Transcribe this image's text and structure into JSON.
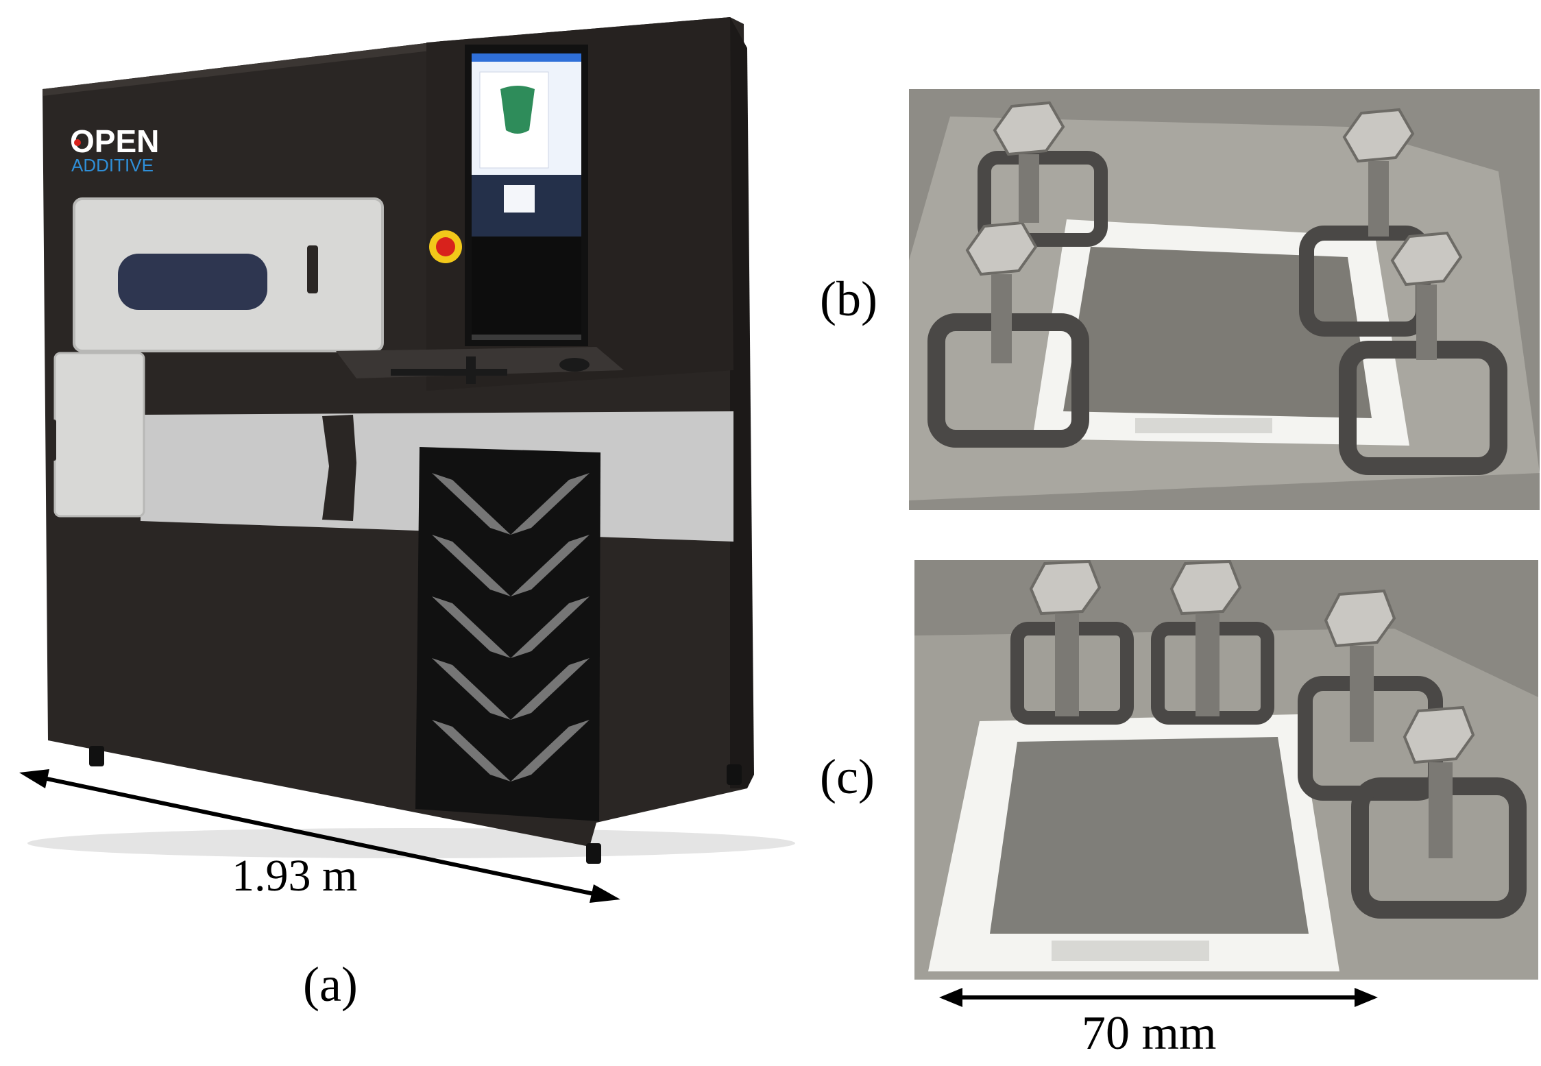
{
  "figure": {
    "panel_a": {
      "label": "(a)",
      "dimension": "1.93 m",
      "logo_top": "OPEN",
      "logo_bottom": "ADDITIVE"
    },
    "panel_b": {
      "label": "(b)"
    },
    "panel_c": {
      "label": "(c)",
      "dimension": "70 mm"
    }
  },
  "colors": {
    "machine_body": "#2a2624",
    "machine_stripe": "#c9c9c9",
    "door_panel": "#d8d8d6",
    "logo_blue": "#2f8fd8",
    "estop_red": "#d8221c",
    "estop_yellow": "#f2c81a",
    "plate_steel": "#9a9a94",
    "fixture_white": "#f4f4f1"
  }
}
